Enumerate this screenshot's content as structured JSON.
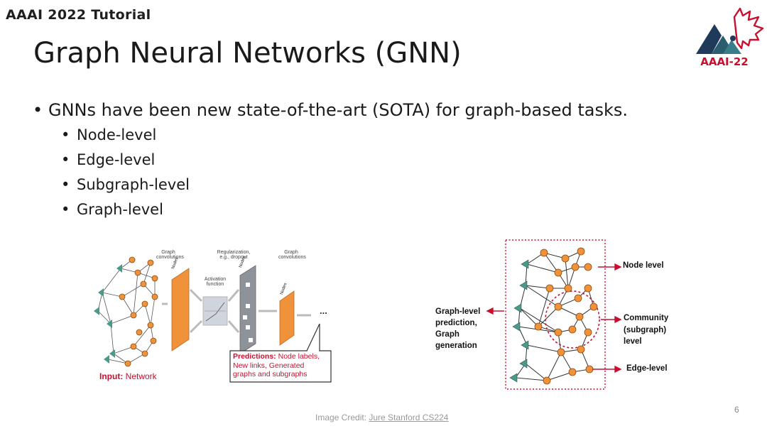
{
  "header": {
    "tutorial": "AAAI 2022 Tutorial",
    "title": "Graph Neural Networks (GNN)",
    "logo_text": "AAAI-22"
  },
  "content": {
    "main_bullet": "GNNs have been new state-of-the-art (SOTA) for graph-based tasks.",
    "sub_bullets": [
      "Node-level",
      "Edge-level",
      "Subgraph-level",
      "Graph-level"
    ]
  },
  "left_diagram": {
    "label_graph_conv_1a": "Graph",
    "label_graph_conv_1b": "convolutions",
    "label_reg_a": "Regularization,",
    "label_reg_b": "e.g., dropout",
    "label_graph_conv_2a": "Graph",
    "label_graph_conv_2b": "convolutions",
    "label_activation_a": "Activation",
    "label_activation_b": "function",
    "label_nodes": "Nodes",
    "ellipsis": "...",
    "input_prefix": "Input:",
    "input_text": "Network",
    "predictions_prefix": "Predictions:",
    "predictions_line1": "Node labels,",
    "predictions_line2": "New links, Generated",
    "predictions_line3": "graphs and subgraphs"
  },
  "right_diagram": {
    "node_level": "Node level",
    "community_line1": "Community",
    "community_line2": "(subgraph)",
    "community_line3": "level",
    "edge_level": "Edge-level",
    "graph_level_line1": "Graph-level",
    "graph_level_line2": "prediction,",
    "graph_level_line3": "Graph",
    "graph_level_line4": "generation"
  },
  "footer": {
    "credit_prefix": "Image Credit:",
    "credit_link": "Jure Stanford CS224",
    "slide_number": "6"
  },
  "colors": {
    "orange": "#f0923a",
    "teal": "#4a9a8a",
    "red": "#c8102e",
    "navy": "#1f3a5a"
  }
}
